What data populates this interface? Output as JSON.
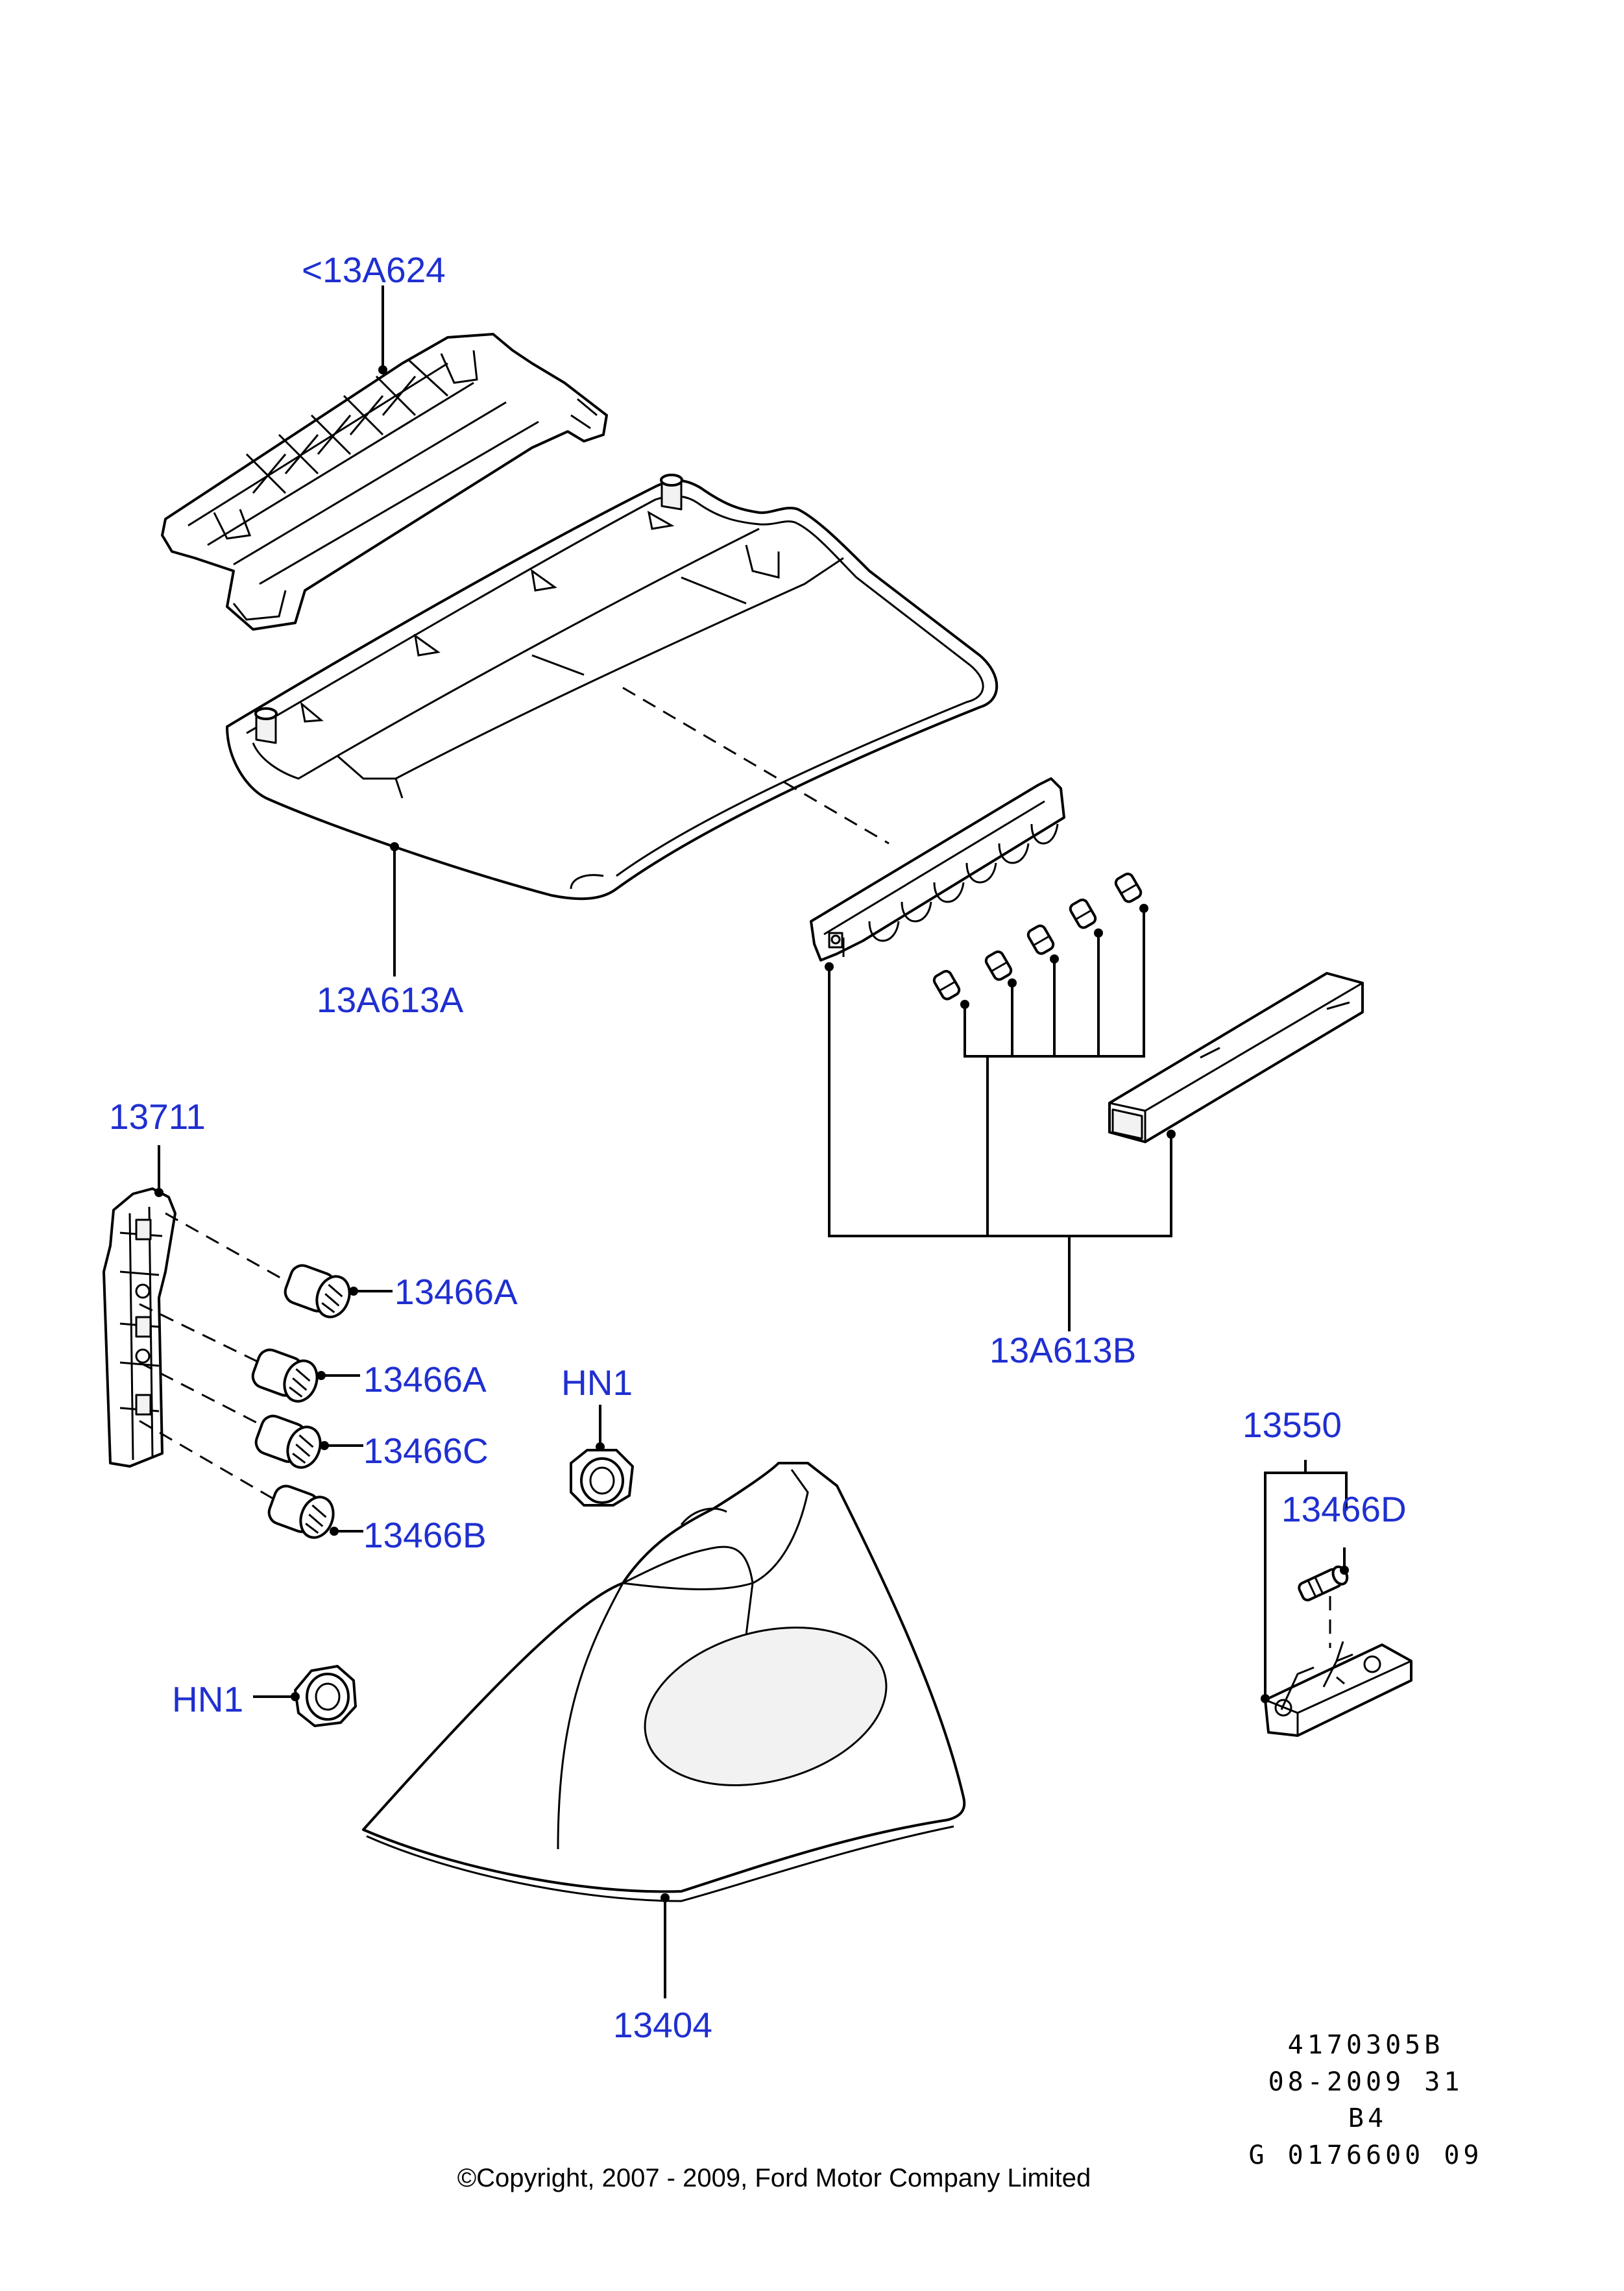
{
  "labels": {
    "bracket": "<13A624",
    "housing": "13A613A",
    "led_assembly": "13A613B",
    "socket_plate": "13711",
    "bulb_1": "13466A",
    "bulb_2": "13466A",
    "bulb_3": "13466C",
    "bulb_4": "13466B",
    "nut_upper": "HN1",
    "nut_lower": "HN1",
    "tail_lamp": "13404",
    "plate_lamp": "13550",
    "plate_bulb": "13466D"
  },
  "reference": {
    "line1": "4170305B",
    "line2": "08-2009 31",
    "line3": "B4",
    "line4": "G 0176600 09"
  },
  "copyright": "©Copyright, 2007 - 2009, Ford Motor Company Limited"
}
